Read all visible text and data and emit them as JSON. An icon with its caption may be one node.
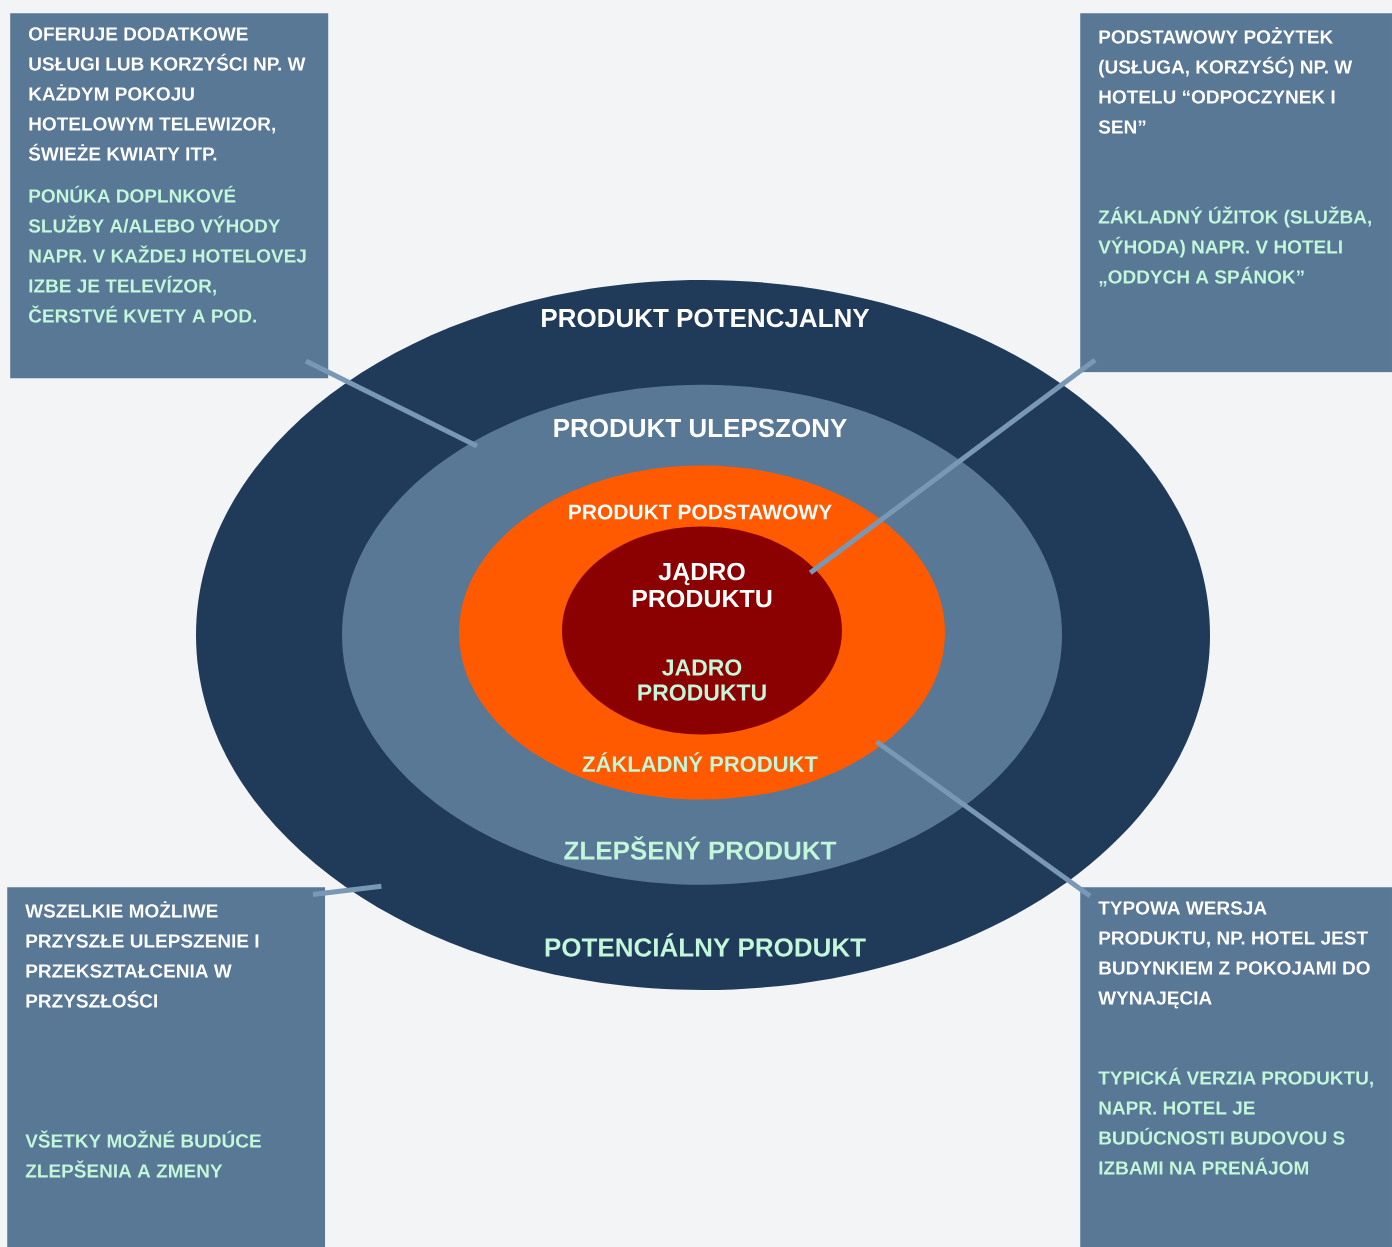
{
  "diagram": {
    "nodes": [
      {
        "text": [
          "OFERUJE DODATKOWE USŁUGI LUB KORZYŚCI NP. W KAŻDYM POKOJU HOTELOWYM TELEWIZOR, ŚWIEŻE KWIATY ITP.",
          "PONÚKA DOPLNKOVÉ SLUŽBY A/ALEBO VÝHODY NAPR. V KAŽDEJ HOTELOVEJ IZBE JE TELEVÍZOR, ČERSTVÉ KVETY A POD."
        ]
      },
      {
        "text": [
          "PODSTAWOWY POŻYTEK (USŁUGA, KORZYŚĆ) NP. W HOTELU “ODPOCZYNEK I SEN”",
          "ZÁKLADNÝ ÚŽITOK (SLUŽBA, VÝHODA) NAPR. V HOTELI „ODDYCH A SPÁNOK”"
        ]
      },
      {
        "text": [
          "PRODUKT POTENCJALNY",
          "POTENCIÁLNY PRODUKT"
        ]
      },
      {
        "text": [
          "PRODUKT ULEPSZONY",
          "ZLEPŠENÝ PRODUKT"
        ],
        "in": 2
      },
      {
        "text": [
          "PRODUKT PODSTAWOWY",
          "ZÁKLADNÝ PRODUKT"
        ],
        "in": 3
      },
      {
        "text": [
          "JĄDRO PRODUKTU",
          "JADRO PRODUKTU"
        ],
        "in": 4
      },
      {
        "text": [
          "WSZELKIE MOŻLIWE PRZYSZŁE ULEPSZENIE I PRZEKSZTAŁCENIA W PRZYSZŁOŚCI",
          "VŠETKY MOŽNÉ BUDÚCE ZLEPŠENIA A ZMENY"
        ]
      },
      {
        "text": [
          "TYPOWA WERSJA PRODUKTU, NP. HOTEL JEST BUDYNKIEM Z POKOJAMI DO WYNAJĘCIA",
          "TYPICKÁ VERZIA PRODUKTU, NAPR. HOTEL JE  BUDÚCNOSTI BUDOVOU S IZBAMI NA PRENÁJOM"
        ]
      }
    ],
    "edges": [
      {
        "from": 0,
        "to": 3,
        "arrow": "none"
      },
      {
        "from": 1,
        "to": 5,
        "arrow": "none"
      },
      {
        "from": 6,
        "to": 2,
        "arrow": "none"
      },
      {
        "from": 7,
        "to": 4,
        "arrow": "none"
      }
    ]
  }
}
